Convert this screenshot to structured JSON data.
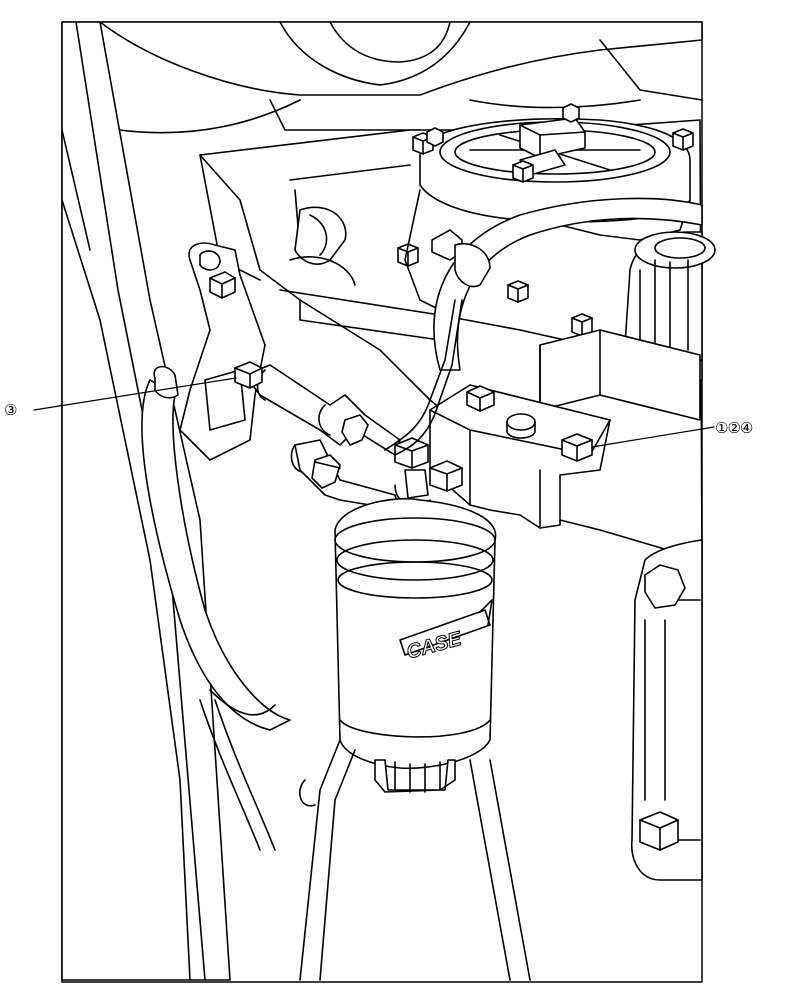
{
  "figure": {
    "callout_left": "③",
    "callout_right": "①②④",
    "filter_logo": "CASE"
  },
  "colors": {
    "line": "#000000",
    "fill": "#ffffff"
  }
}
